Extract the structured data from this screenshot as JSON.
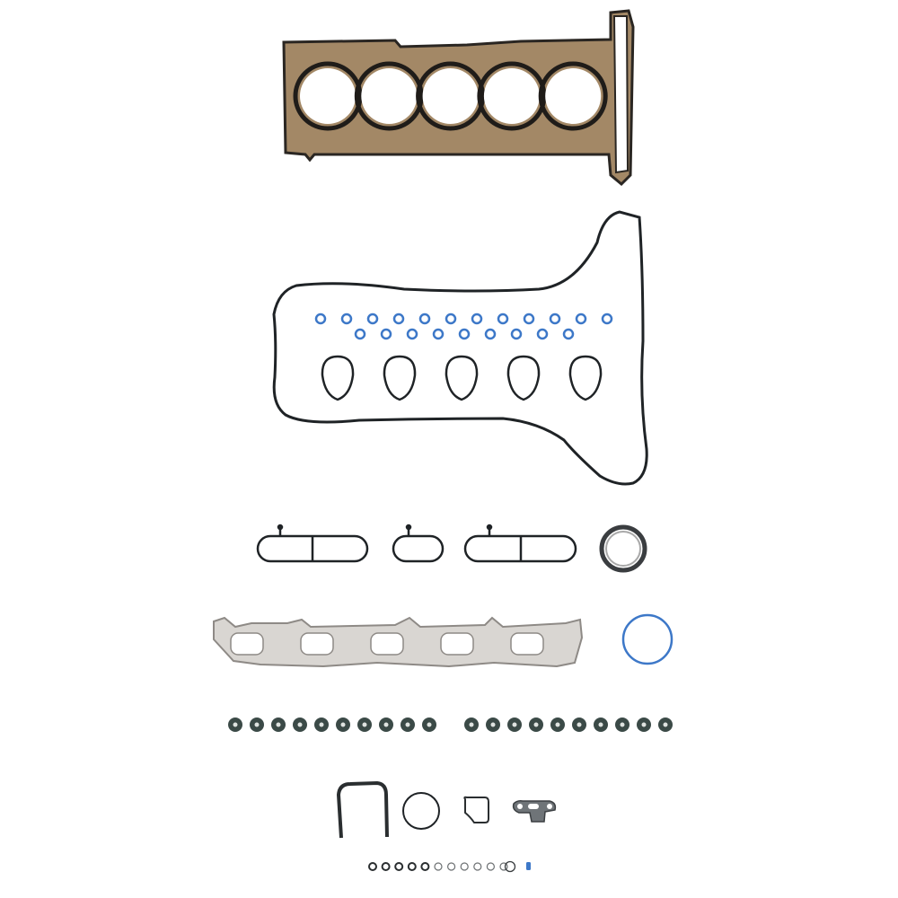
{
  "colors": {
    "background": "#ffffff",
    "steel_gasket": "#a38866",
    "rubber_black": "#1f2326",
    "blue_oring": "#3d78c8",
    "fiber_gray": "#d9d6d2",
    "valve_seal": "#3b4a47"
  },
  "parts": {
    "head_gasket_bores": 5,
    "spark_plug_seals": 5,
    "blue_orings_row1": 12,
    "blue_orings_row2": 9,
    "intake_gaskets": 3,
    "exhaust_ports": 5,
    "valve_seals_left": 10,
    "valve_seals_right": 10,
    "small_orings_dark": 5,
    "small_orings_light": 6
  }
}
